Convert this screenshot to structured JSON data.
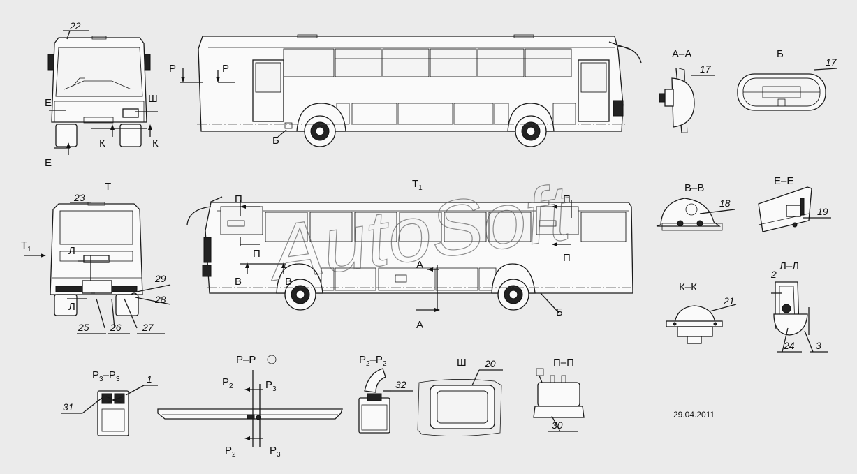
{
  "sections": {
    "aa": "А–А",
    "b": "Б",
    "vv": "В–В",
    "ee": "Е–Е",
    "kk": "К–К",
    "ll": "Л–Л",
    "pp": "П–П",
    "sh": "Ш",
    "rr": "Р–Р",
    "t": "Т",
    "t1_main": "Т",
    "t1_sub": "1",
    "p3_main": "Р",
    "p3_sub": "3",
    "p2p2_main": "Р",
    "p2p2_sub": "2"
  },
  "marks": {
    "p": "Р",
    "e": "Е",
    "k": "К",
    "sh": "Ш",
    "b": "Б",
    "pi": "П",
    "v": "В",
    "a": "А",
    "l": "Л",
    "t1": "Т",
    "t1_sub": "1",
    "r2": "Р",
    "r2_sub": "2",
    "r3": "Р",
    "r3_sub": "3"
  },
  "callouts": {
    "n1": "1",
    "n2": "2",
    "n3": "3",
    "n17": "17",
    "n18": "18",
    "n19": "19",
    "n20": "20",
    "n21": "21",
    "n22": "22",
    "n23": "23",
    "n24": "24",
    "n25": "25",
    "n26": "26",
    "n27": "27",
    "n28": "28",
    "n29": "29",
    "n30": "30",
    "n31": "31",
    "n32": "32"
  },
  "date": "29.04.2011",
  "watermark": "AutoSoft"
}
